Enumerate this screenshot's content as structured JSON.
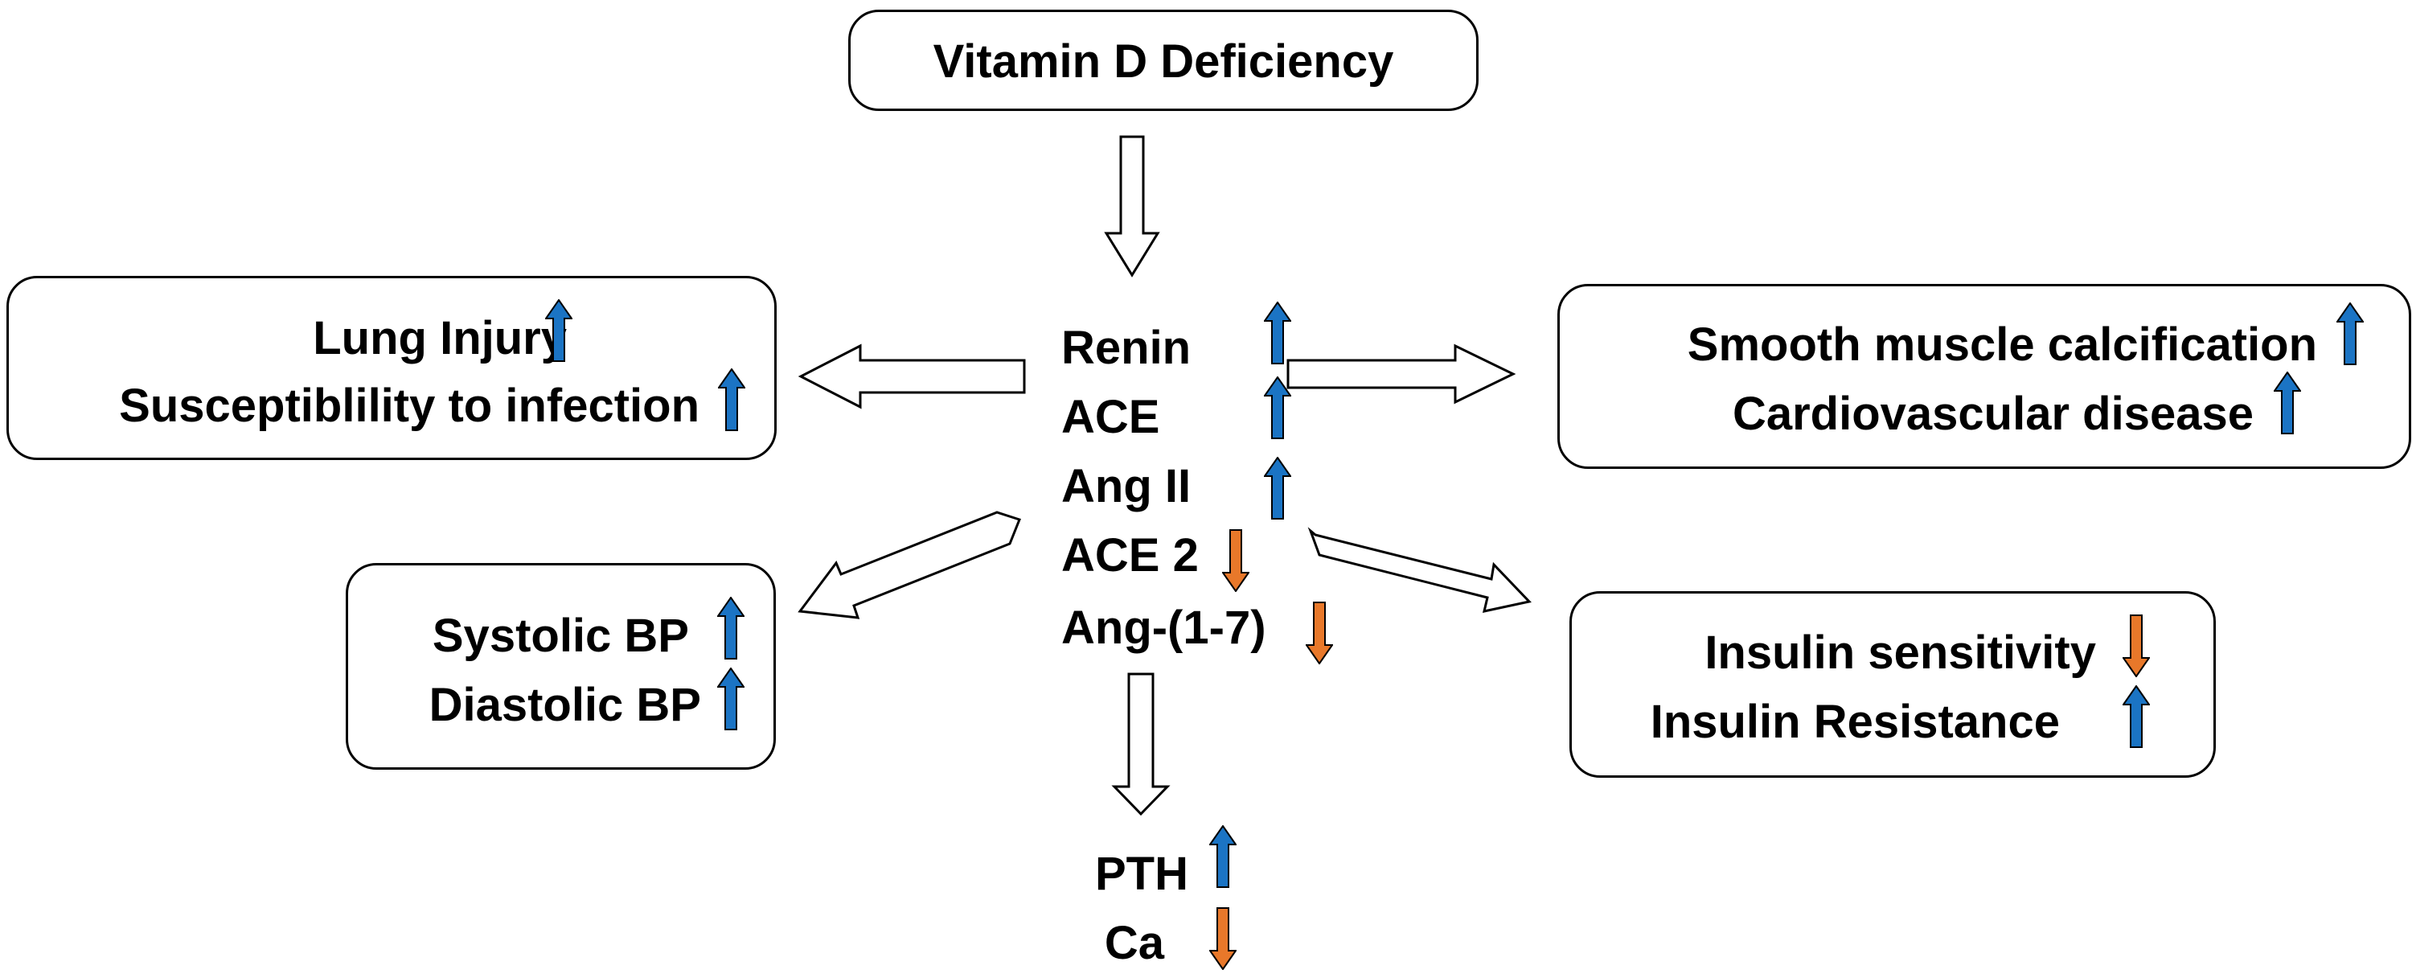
{
  "colors": {
    "up": "#1b74c4",
    "down": "#e8782a",
    "stroke": "#000000"
  },
  "top": {
    "label": "Vitamin D Deficiency"
  },
  "center": {
    "items": [
      {
        "label": "Renin",
        "dir": "up"
      },
      {
        "label": "ACE",
        "dir": "up"
      },
      {
        "label": "Ang II",
        "dir": "up"
      },
      {
        "label": "ACE 2",
        "dir": "down"
      },
      {
        "label": "Ang-(1-7)",
        "dir": "down"
      }
    ]
  },
  "lung": {
    "items": [
      {
        "label": "Lung Injury",
        "dir": "up"
      },
      {
        "label": "Susceptiblility to infection",
        "dir": "up"
      }
    ]
  },
  "cardio": {
    "items": [
      {
        "label": "Smooth muscle calcification",
        "dir": "up"
      },
      {
        "label": "Cardiovascular disease",
        "dir": "up"
      }
    ]
  },
  "bp": {
    "items": [
      {
        "label": "Systolic BP",
        "dir": "up"
      },
      {
        "label": "Diastolic BP",
        "dir": "up"
      }
    ]
  },
  "insulin": {
    "items": [
      {
        "label": "Insulin sensitivity",
        "dir": "down"
      },
      {
        "label": "Insulin Resistance",
        "dir": "up"
      }
    ]
  },
  "bottom": {
    "items": [
      {
        "label": "PTH",
        "dir": "up"
      },
      {
        "label": "Ca",
        "dir": "down"
      }
    ]
  }
}
